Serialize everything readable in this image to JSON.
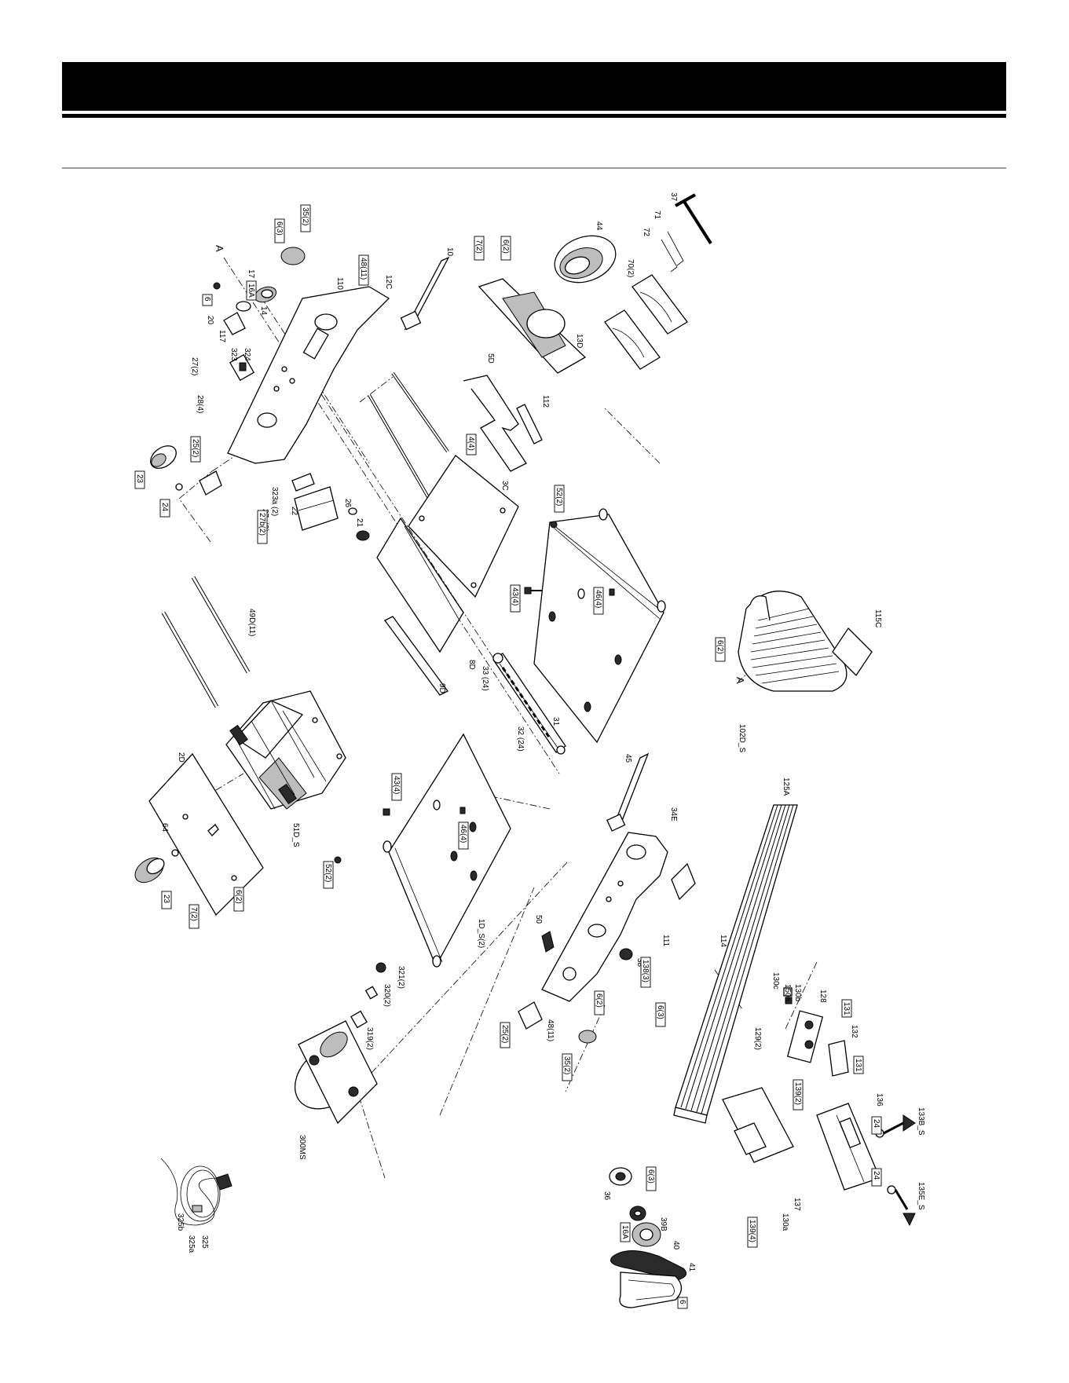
{
  "header": {
    "title": ""
  },
  "callouts": {
    "p37": "37",
    "p71": "71",
    "p72": "72",
    "p70": "70(2)",
    "p44": "44",
    "p13D": "13D",
    "p6_2a": "6(2)",
    "p7_2a": "7(2)",
    "p10": "10",
    "p12C": "12C",
    "p48_11a": "48(11)",
    "p35_2a": "35(2)",
    "p6_3a": "6(3)",
    "p110": "110",
    "p17": "17",
    "p16A_a": "16A",
    "p14": "14",
    "p6a": "6",
    "p20": "20",
    "p117": "117",
    "p324": "324",
    "p323": "323",
    "p27": "27(2)",
    "p28": "28(4)",
    "p25_2a": "25(2)",
    "p23a": "23",
    "p24a": "24",
    "p27a": "27a(2)",
    "p27b": "27b(2)",
    "p323a": "323a (2)",
    "p22": "22",
    "p26": "26",
    "p21": "21",
    "p5D": "5D",
    "p112": "112",
    "p4": "4(4)",
    "p3C": "3C",
    "p52_2a": "52(2)",
    "p43_4a": "43(4)",
    "p46_4a": "46(4)",
    "p8D": "8D",
    "p9D": "9D",
    "p33": "33 (24)",
    "p31": "31",
    "p32": "32 (24)",
    "p49D": "49D(11)",
    "p51D": "51D_S",
    "p2D": "2D",
    "p64": "64",
    "p23b": "23",
    "p7_2b": "7(2)",
    "p6_2b": "6(2)",
    "p43_4b": "43(4)",
    "p46_4b": "46(4)",
    "p52_2b": "52(2)",
    "p1D": "1D_S(2)",
    "p6_2c": "6(2)",
    "pA1": "A",
    "pA2": "A",
    "p115C": "115C",
    "p102D": "102D_S",
    "p45": "45",
    "p34E": "34E",
    "p111": "111",
    "p50": "50",
    "p38": "38",
    "p138_3": "138(3)",
    "p6_3b": "6(3)",
    "p25_2b": "25(2)",
    "p48_11b": "48(11)",
    "p6_2d": "6(2)",
    "p35_2b": "35(2)",
    "p125A": "125A",
    "p114": "114",
    "p130c": "130c",
    "p130b": "130b",
    "p150a": "150a",
    "p128": "128",
    "p131a": "131",
    "p132": "132",
    "p131b": "131",
    "p129": "129(2)",
    "p139_2": "139(2)",
    "p136": "136",
    "p24b": "24",
    "p133B": "133B_S",
    "p137": "137",
    "p130a": "130a",
    "p139_4": "139(4)",
    "p24c": "24",
    "p135E": "135E_S",
    "p321": "321(2)",
    "p320": "320(2)",
    "p319": "319(2)",
    "p300MS": "300MS",
    "p325b": "325b",
    "p325a": "325a",
    "p325": "325",
    "p36": "36",
    "p6_3c": "6(3)",
    "p16A_b": "16A",
    "p39B": "39B",
    "p40": "40",
    "p41": "41",
    "p6b": "6"
  }
}
